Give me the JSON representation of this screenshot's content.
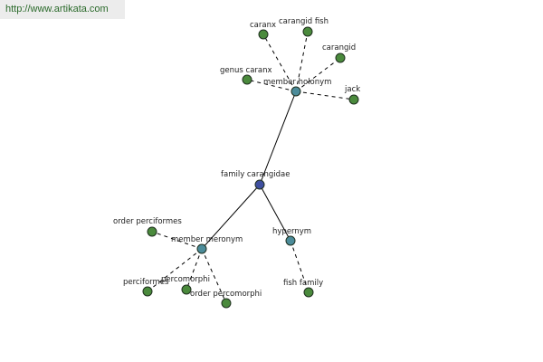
{
  "watermark": "http://www.artikata.com",
  "nodes": [
    {
      "id": "family-carangidae",
      "label": "family carangidae",
      "kind": "root"
    },
    {
      "id": "member-holonym",
      "label": "member holonym",
      "kind": "relation"
    },
    {
      "id": "member-meronym",
      "label": "member meronym",
      "kind": "relation"
    },
    {
      "id": "hypernym",
      "label": "hypernym",
      "kind": "relation"
    },
    {
      "id": "caranx",
      "label": "caranx",
      "kind": "leaf"
    },
    {
      "id": "carangid-fish",
      "label": "carangid fish",
      "kind": "leaf"
    },
    {
      "id": "carangid",
      "label": "carangid",
      "kind": "leaf"
    },
    {
      "id": "genus-caranx",
      "label": "genus caranx",
      "kind": "leaf"
    },
    {
      "id": "jack",
      "label": "jack",
      "kind": "leaf"
    },
    {
      "id": "order-perciformes",
      "label": "order perciformes",
      "kind": "leaf"
    },
    {
      "id": "perciformes",
      "label": "perciformes",
      "kind": "leaf"
    },
    {
      "id": "percomorphi",
      "label": "percomorphi",
      "kind": "leaf"
    },
    {
      "id": "order-percomorphi",
      "label": "order percomorphi",
      "kind": "leaf"
    },
    {
      "id": "fish-family",
      "label": "fish family",
      "kind": "leaf"
    }
  ],
  "edges": [
    {
      "from": "family-carangidae",
      "to": "member-holonym",
      "style": "solid"
    },
    {
      "from": "family-carangidae",
      "to": "member-meronym",
      "style": "solid"
    },
    {
      "from": "family-carangidae",
      "to": "hypernym",
      "style": "solid"
    },
    {
      "from": "member-holonym",
      "to": "caranx",
      "style": "dashed"
    },
    {
      "from": "member-holonym",
      "to": "carangid-fish",
      "style": "dashed"
    },
    {
      "from": "member-holonym",
      "to": "carangid",
      "style": "dashed"
    },
    {
      "from": "member-holonym",
      "to": "genus-caranx",
      "style": "dashed"
    },
    {
      "from": "member-holonym",
      "to": "jack",
      "style": "dashed"
    },
    {
      "from": "member-meronym",
      "to": "order-perciformes",
      "style": "dashed"
    },
    {
      "from": "member-meronym",
      "to": "perciformes",
      "style": "dashed"
    },
    {
      "from": "member-meronym",
      "to": "percomorphi",
      "style": "dashed"
    },
    {
      "from": "member-meronym",
      "to": "order-percomorphi",
      "style": "dashed"
    },
    {
      "from": "hypernym",
      "to": "fish-family",
      "style": "dashed"
    }
  ]
}
